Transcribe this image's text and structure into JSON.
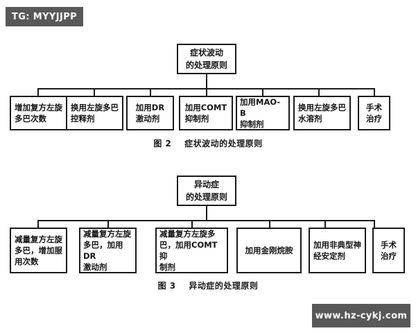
{
  "page": {
    "background": "#ffffff",
    "ink": "#1a1a1a"
  },
  "watermarks": {
    "top_left_badge": "TG: MYYJJPP",
    "bottom_right_badge": "www.hz-cykj.com",
    "badge_bg": "#585858",
    "badge_text_color": "#ffffff"
  },
  "figures": [
    {
      "id": "figure-1",
      "root": "症状波动\n的处理原则",
      "leaves": [
        "增加复方左旋\n多巴次数",
        "换用左旋多巴\n控释剂",
        "加用DR\n激动剂",
        "加用COMT\n抑制剂",
        "加用MAO-B\n抑制剂",
        "换用左旋多巴\n水溶剂",
        "手术\n治疗"
      ],
      "caption_number": "图 2",
      "caption_text": "症状波动的处理原则"
    },
    {
      "id": "figure-2",
      "root": "异动症\n的处理原则",
      "leaves": [
        "减量复方左旋\n多巴，增加服\n用次数",
        "减量复方左旋\n多巴，加用DR\n激动剂",
        "减量复方左旋多\n巴，加用COMT抑\n制剂",
        "加用金刚烷胺",
        "加用非典型神\n经安定剂",
        "手术\n治疗"
      ],
      "caption_number": "图 3",
      "caption_text": "异动症的处理原则"
    }
  ]
}
